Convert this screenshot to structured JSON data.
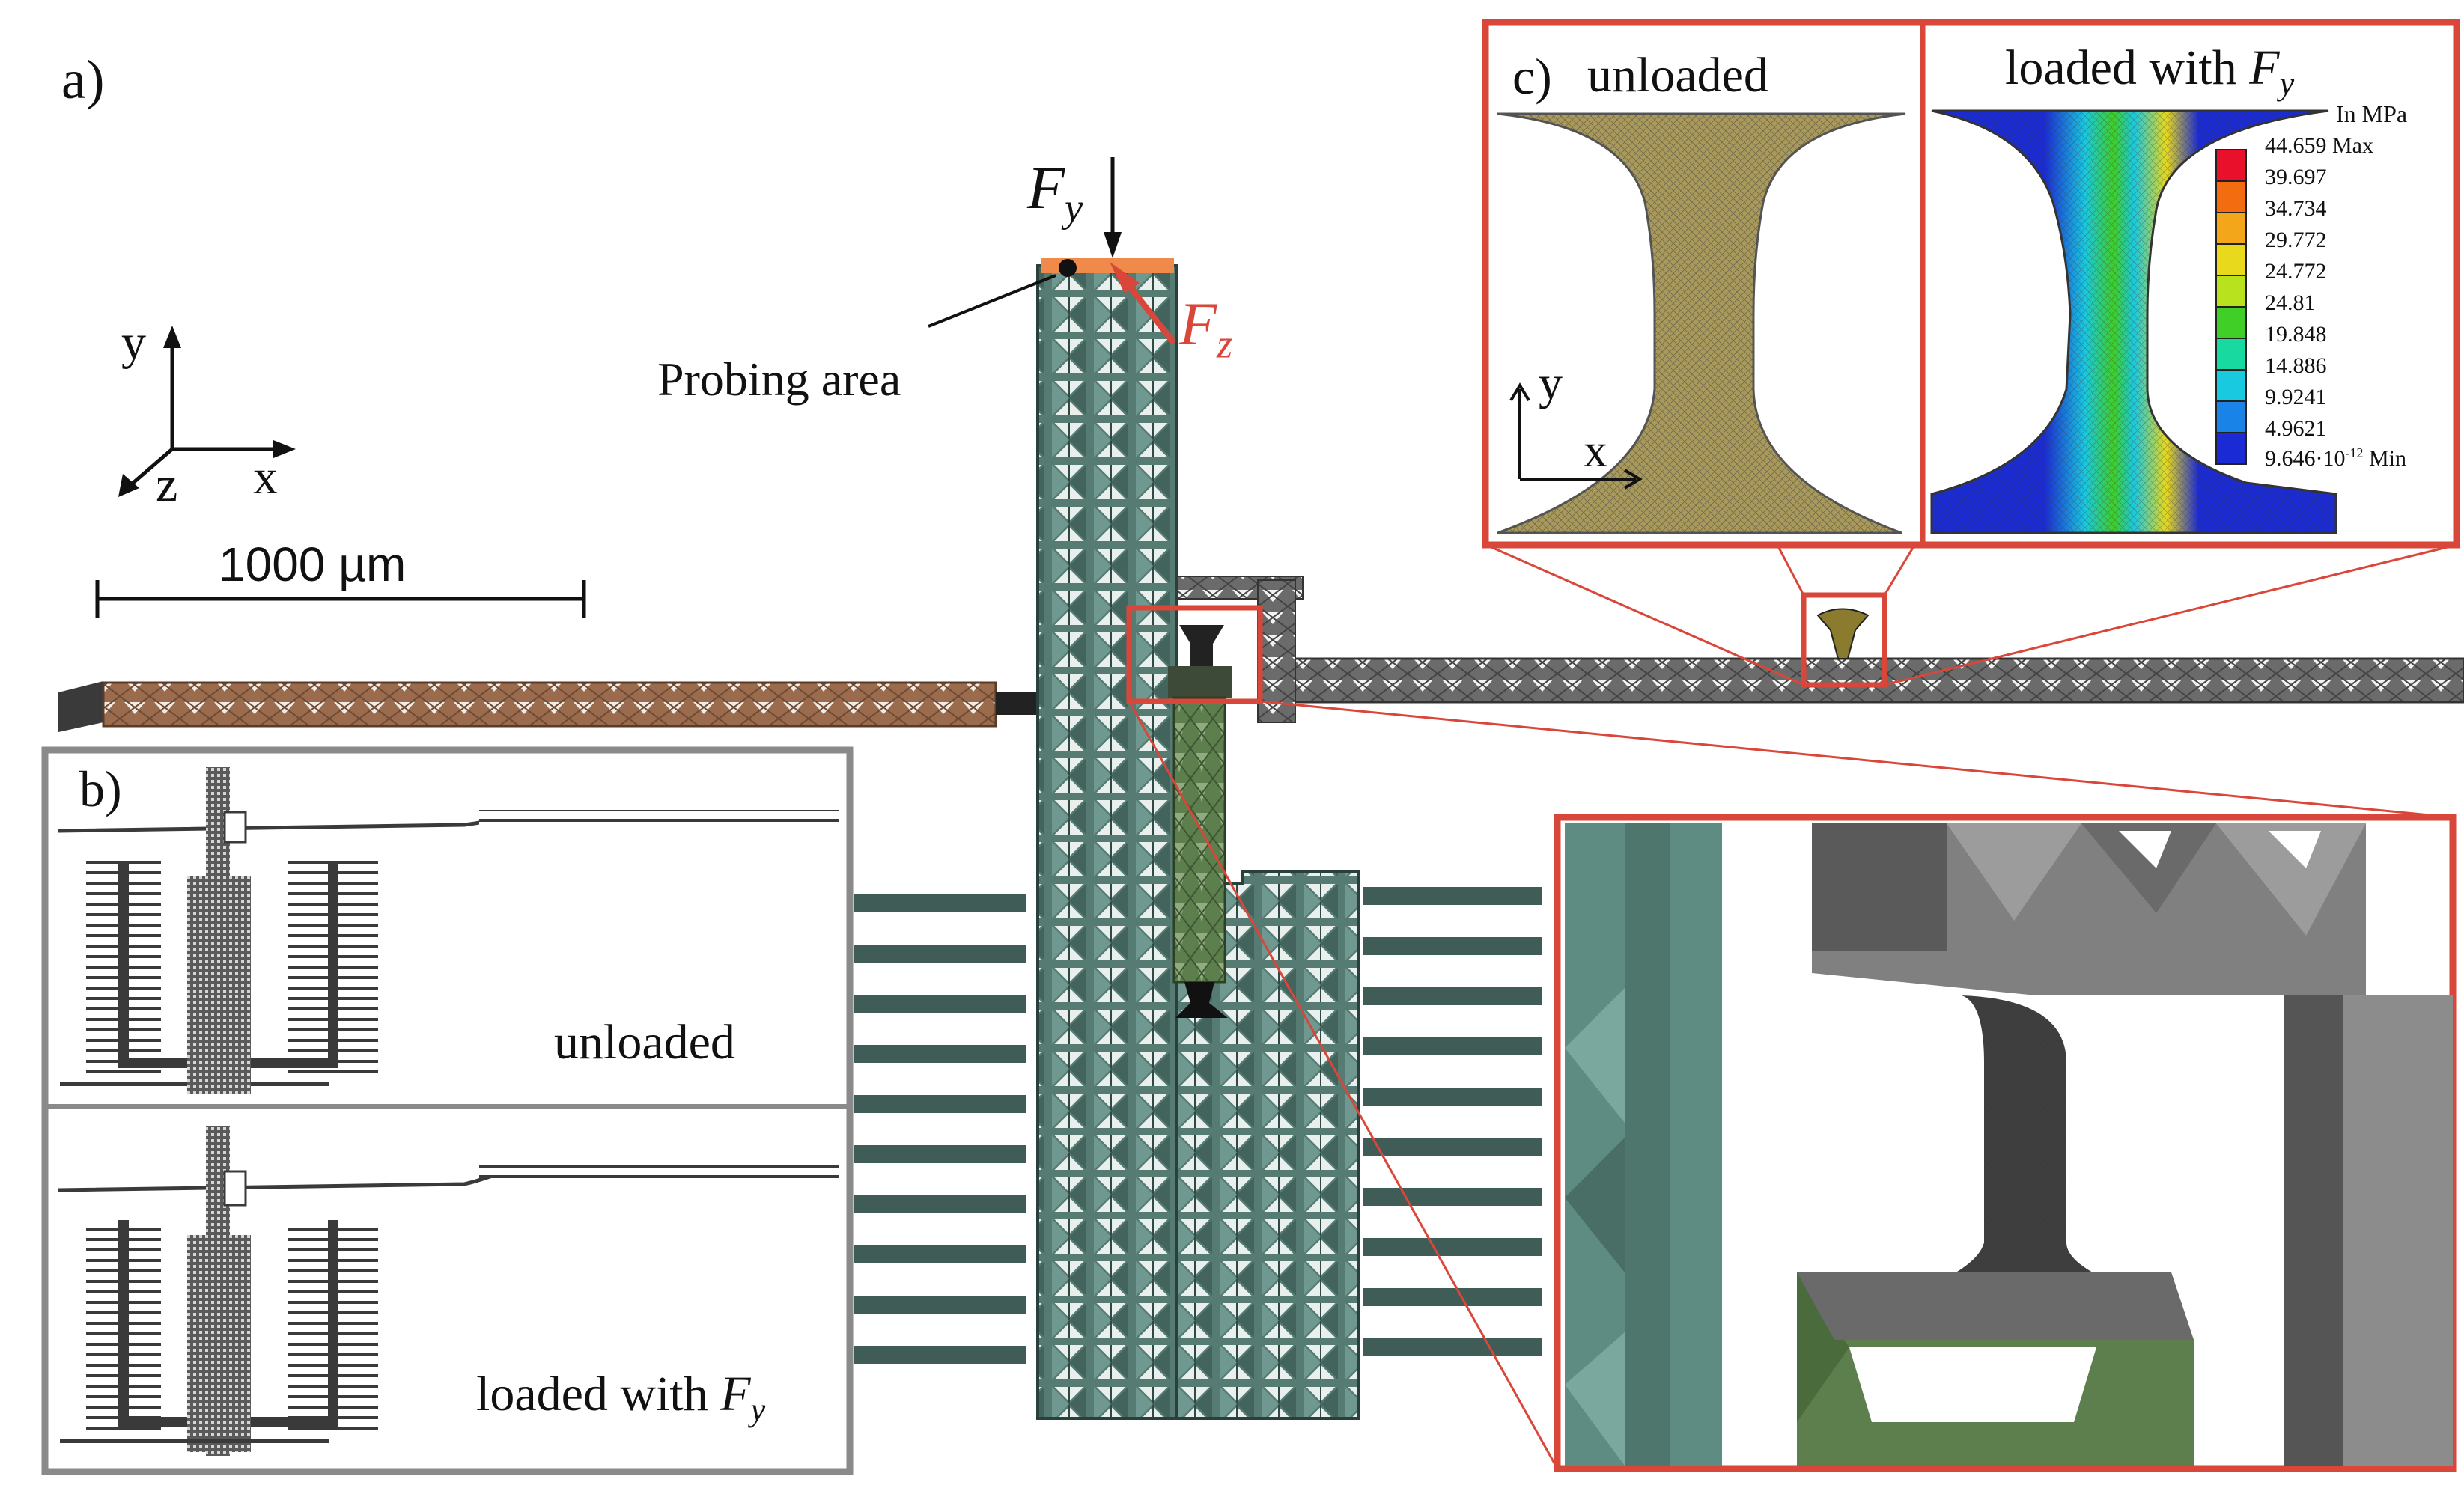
{
  "panel_a": {
    "label": "a)",
    "force_y": {
      "symbol": "F",
      "subscript": "y"
    },
    "force_z": {
      "symbol": "F",
      "subscript": "z"
    },
    "probing_area": "Probing area",
    "axes": {
      "y": "y",
      "z": "z",
      "x": "x"
    },
    "scale_bar": "1000 µm"
  },
  "panel_b": {
    "label": "b)",
    "unloaded": "unloaded",
    "loaded": "loaded with",
    "loaded_force": {
      "symbol": "F",
      "subscript": "y"
    }
  },
  "panel_c": {
    "label": "c)",
    "unloaded": "unloaded",
    "loaded": "loaded with",
    "loaded_force": {
      "symbol": "F",
      "subscript": "y"
    },
    "unit": "In MPa",
    "legend": [
      "44.659 Max",
      "39.697",
      "34.734",
      "29.772",
      "24.772",
      "24.81",
      "19.848",
      "14.886",
      "9.9241",
      "4.9621"
    ],
    "legend_min": {
      "base": "9.646·10",
      "exp": "-12",
      "suffix": " Min"
    },
    "legend_colors": [
      "#e8102a",
      "#f36d10",
      "#f4a61b",
      "#e8d91c",
      "#b8e21d",
      "#3fcf27",
      "#18d9a0",
      "#19c9e0",
      "#1a83e8",
      "#1a2bd6"
    ],
    "axes": {
      "y": "y",
      "x": "x"
    }
  },
  "colors": {
    "accent_red": "#d9463a",
    "frame_gray": "#8a8a8a",
    "brown_beam": "#9a6b4c",
    "teal_mesh": "#567c74",
    "green_mesh": "#5d7f4d",
    "gray_mesh": "#6c6c6c"
  }
}
